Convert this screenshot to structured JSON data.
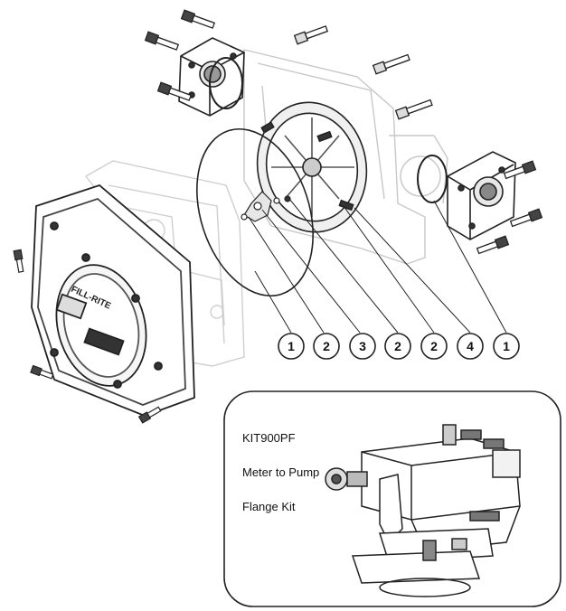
{
  "callouts": [
    "1",
    "2",
    "3",
    "2",
    "2",
    "4",
    "1"
  ],
  "inset": {
    "code": "KIT900PF",
    "line1": "Meter to Pump",
    "line2": "Flange Kit"
  },
  "meter_logo": "FILL-RITE"
}
